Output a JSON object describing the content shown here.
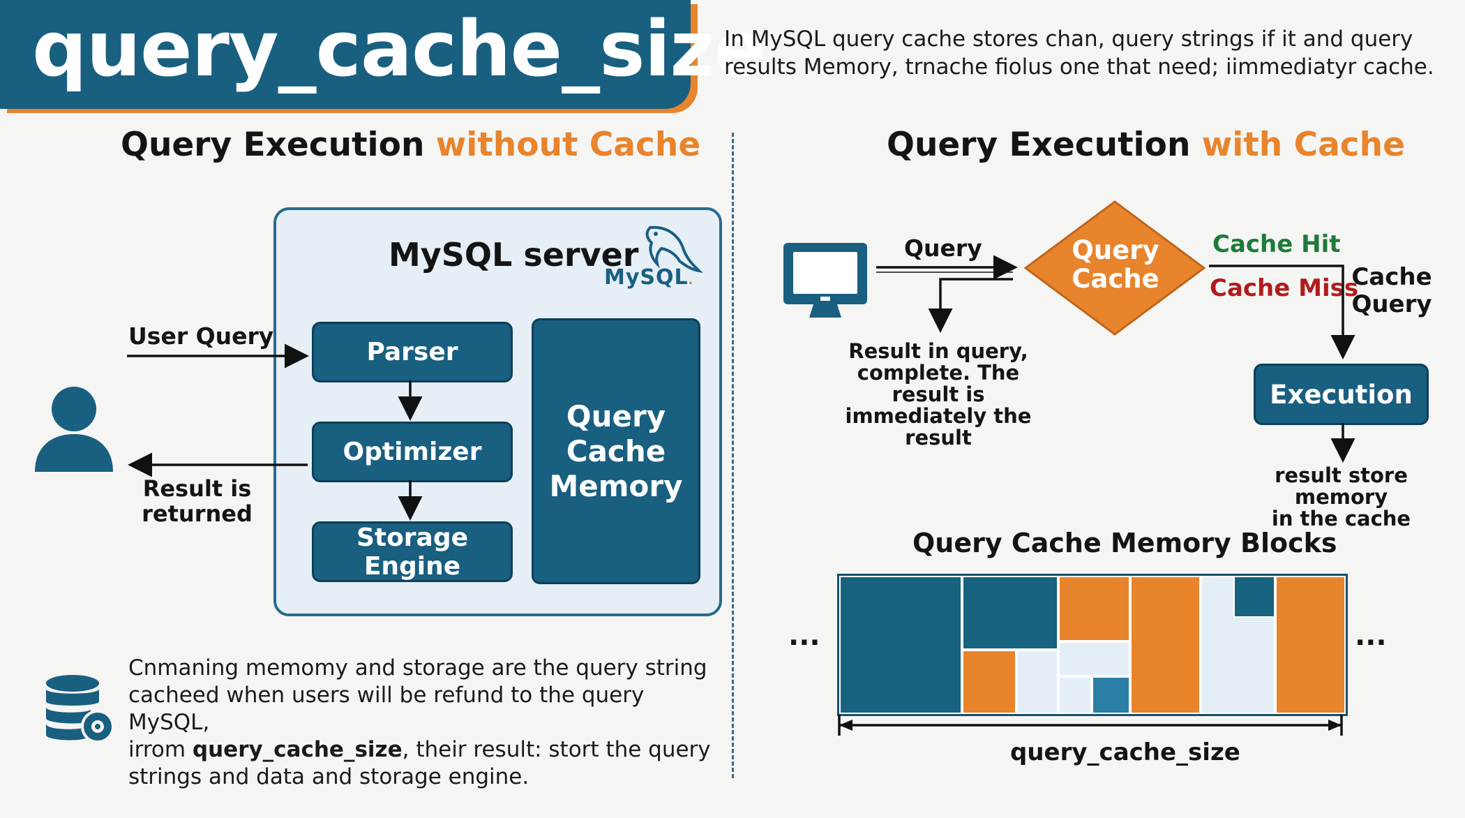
{
  "title": "query_cache_size",
  "intro": "In MySQL query cache stores chan, query strings if it and query results Memory, trnache fiolus one that need; iimmediatyr cache.",
  "left": {
    "heading_prefix": "Query Execution ",
    "heading_highlight": "without Cache",
    "server_label": "MySQL server",
    "logo_text": "MySQL",
    "user_query": "User Query",
    "result_returned_line1": "Result is",
    "result_returned_line2": "returned",
    "parser": "Parser",
    "optimizer": "Optimizer",
    "storage_engine": "Storage Engine",
    "qcm_line1": "Query",
    "qcm_line2": "Cache",
    "qcm_line3": "Memory"
  },
  "right": {
    "heading_prefix": "Query Execution ",
    "heading_highlight": "with Cache",
    "query_label": "Query",
    "diamond_line1": "Query",
    "diamond_line2": "Cache",
    "cache_hit": "Cache Hit",
    "cache_miss": "Cache Miss",
    "cache_query_line1": "Cache",
    "cache_query_line2": "Query",
    "result_lines": [
      "Result in query,",
      "complete. The",
      "result is",
      "immediately the",
      "result"
    ],
    "execution": "Execution",
    "store_line1": "result store memory",
    "store_line2": "in the cache",
    "blocks_title": "Query Cache Memory Blocks",
    "ellipsis_left": "...",
    "ellipsis_right": "...",
    "size_label": "query_cache_size"
  },
  "bottom": {
    "line1": "Cnmaning memomy and storage  are the query string",
    "line2": "cacheed when users will be refund to the  query MySQL,",
    "line3_pre": "irrom ",
    "line3_bold": "query_cache_size",
    "line3_post": ", their result: stort the query",
    "line4": "strings and data and storage engine."
  },
  "colors": {
    "primary_blue": "#195f80",
    "accent_orange": "#e8842c",
    "hit_green": "#1f7a3a",
    "miss_red": "#b01c1c"
  },
  "icons": [
    "user-icon",
    "monitor-icon",
    "database-gear-icon",
    "dolphin-logo-icon"
  ]
}
